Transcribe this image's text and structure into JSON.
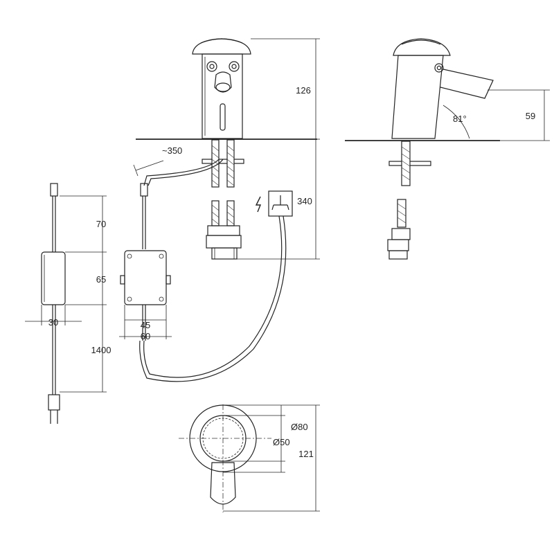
{
  "dimensions": {
    "cable_length": "~350",
    "spout_height": "126",
    "hose_length": "340",
    "side_height": "59",
    "spout_angle": "81°",
    "adapter_top": "70",
    "adapter_height": "65",
    "adapter_width": "30",
    "cord_length": "1400",
    "box_inner": "45",
    "box_outer": "60",
    "base_outer": "Ø80",
    "base_inner": "Ø50",
    "base_length": "121"
  },
  "icons": {
    "power_supply": "electric-bolt-icon",
    "sensor_symbol": "sensor-symbol-icon"
  }
}
